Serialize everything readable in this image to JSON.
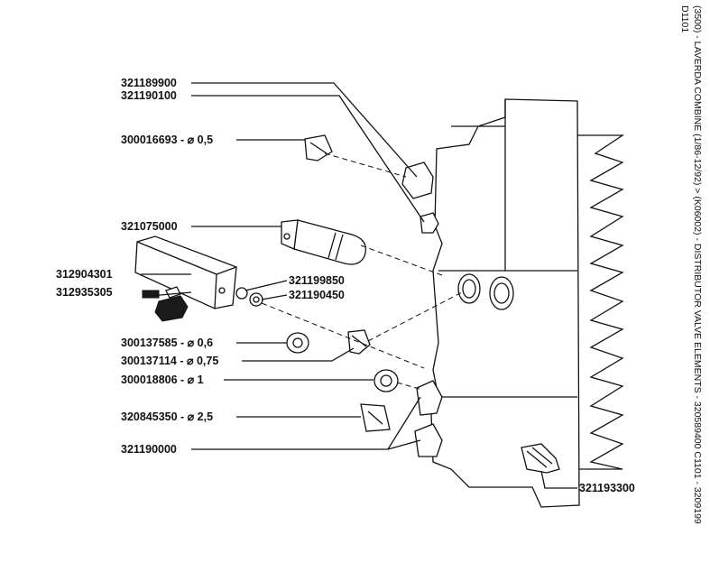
{
  "caption": {
    "line1": "(3500) - LAVERDA COMBINE (1/86-12/92) > (K06002) - DISTRIBUTOR VALVE ELEMENTS - 320589400 C1101 - 3209199",
    "line2": "D1101"
  },
  "labels": {
    "p321189900": "321189900",
    "p321190100": "321190100",
    "p300016693": "300016693 - ⌀ 0,5",
    "p321075000": "321075000",
    "p312904301": "312904301",
    "p312935305": "312935305",
    "p321199850": "321199850",
    "p321190450": "321190450",
    "p300137585": "300137585 - ⌀ 0,6",
    "p300137114": "300137114 - ⌀ 0,75",
    "p300018806": "300018806 - ⌀ 1",
    "p320845350": "320845350 - ⌀ 2,5",
    "p321190000": "321190000",
    "p321193300": "321193300"
  }
}
